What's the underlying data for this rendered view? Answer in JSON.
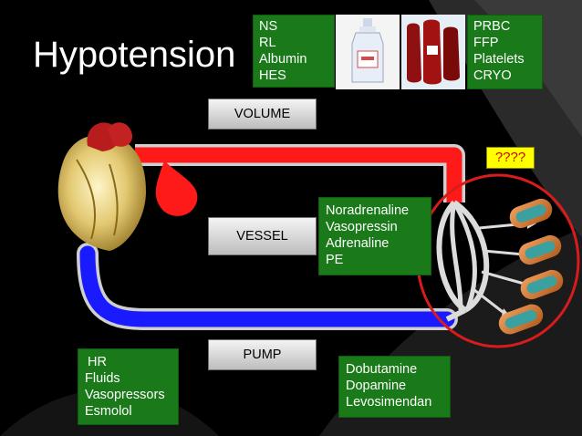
{
  "title": "Hypotension",
  "fluids_box": {
    "items": [
      "NS",
      "RL",
      "Albumin",
      "HES"
    ]
  },
  "blood_box": {
    "items": [
      "PRBC",
      "FFP",
      "Platelets",
      "CRYO"
    ]
  },
  "volume_label": "VOLUME",
  "vessel_label": "VESSEL",
  "pump_label": "PUMP",
  "unknown_label": "????",
  "vasopressors_box": {
    "items": [
      "Noradrenaline",
      "Vasopressin",
      "Adrenaline",
      "PE"
    ]
  },
  "inotropes_box": {
    "items": [
      "Dobutamine",
      "Dopamine",
      "Levosimendan"
    ]
  },
  "pump_factors_box": {
    "items": [
      "HR",
      "Fluids",
      "Vasopressors",
      "Esmolol"
    ]
  },
  "colors": {
    "arterial": "#ff1a1a",
    "venous": "#1a1aff",
    "box_green": "#1a7a1a",
    "highlight_circle": "#d81c1c",
    "question_box": "#ffff00"
  }
}
